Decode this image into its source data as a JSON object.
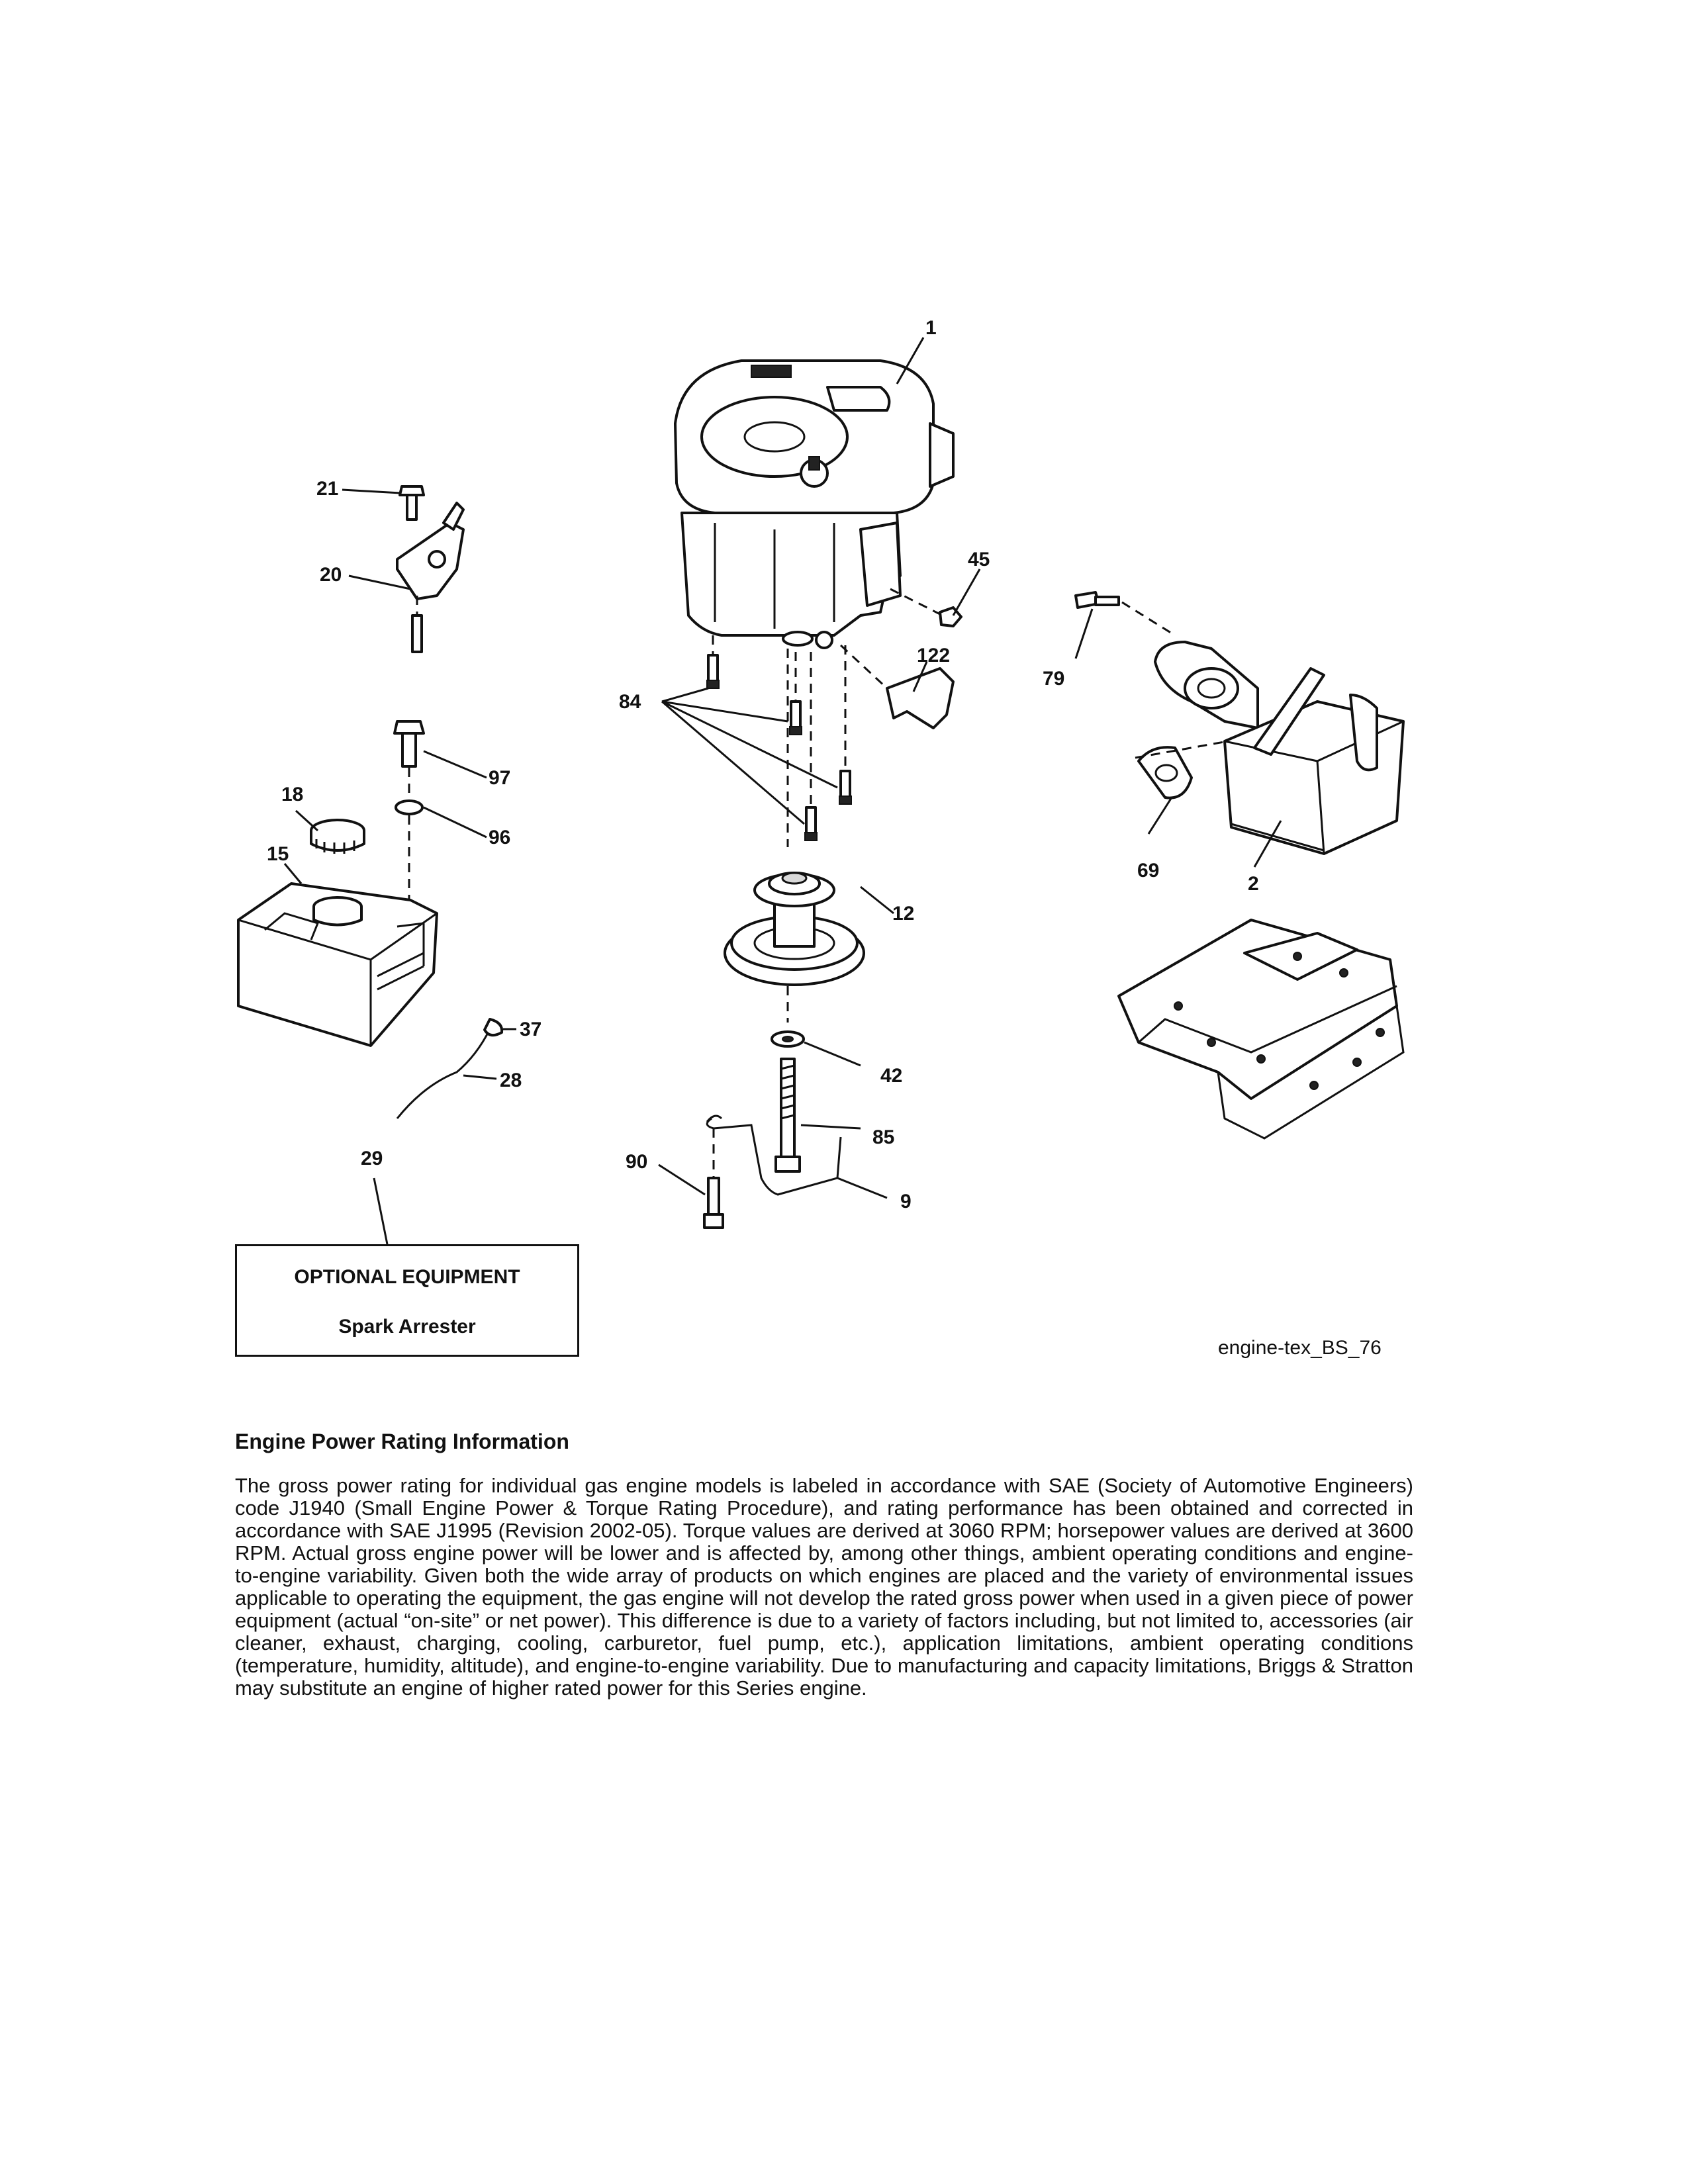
{
  "callouts": {
    "c1": "1",
    "c2": "2",
    "c9": "9",
    "c12": "12",
    "c15": "15",
    "c18": "18",
    "c20": "20",
    "c21": "21",
    "c28": "28",
    "c29": "29",
    "c37": "37",
    "c42": "42",
    "c45": "45",
    "c69": "69",
    "c79": "79",
    "c84": "84",
    "c85": "85",
    "c90": "90",
    "c96": "96",
    "c97": "97",
    "c122": "122"
  },
  "optional_equipment": {
    "title": "OPTIONAL EQUIPMENT",
    "item": "Spark Arrester"
  },
  "figure_code": "engine-tex_BS_76",
  "info": {
    "heading": "Engine Power Rating Information",
    "body": "The gross power rating for individual gas engine models is labeled in accordance with SAE (Society of Automotive Engineers) code J1940 (Small Engine Power & Torque Rating Procedure), and rating performance has been obtained and corrected in accordance with SAE J1995 (Revision 2002-05). Torque values are derived at 3060 RPM; horsepower values are derived at 3600 RPM. Actual gross engine power will be lower and is affected by, among other things, ambient operating conditions and engine-to-engine variability. Given both the wide array of products on which engines are placed and the variety of environmental issues applicable to operating the equipment, the gas engine will not develop the rated gross power when used in a given piece of power equipment (actual “on-site” or net power). This difference is due to a variety of factors including, but not limited to, accessories (air cleaner, exhaust, charging, cooling, carburetor, fuel pump, etc.), application limitations, ambient operating conditions (temperature, humidity, altitude), and engine-to-engine variability. Due to manufacturing and capacity limitations, Briggs & Stratton may substitute an engine of higher rated power for this Series engine."
  }
}
